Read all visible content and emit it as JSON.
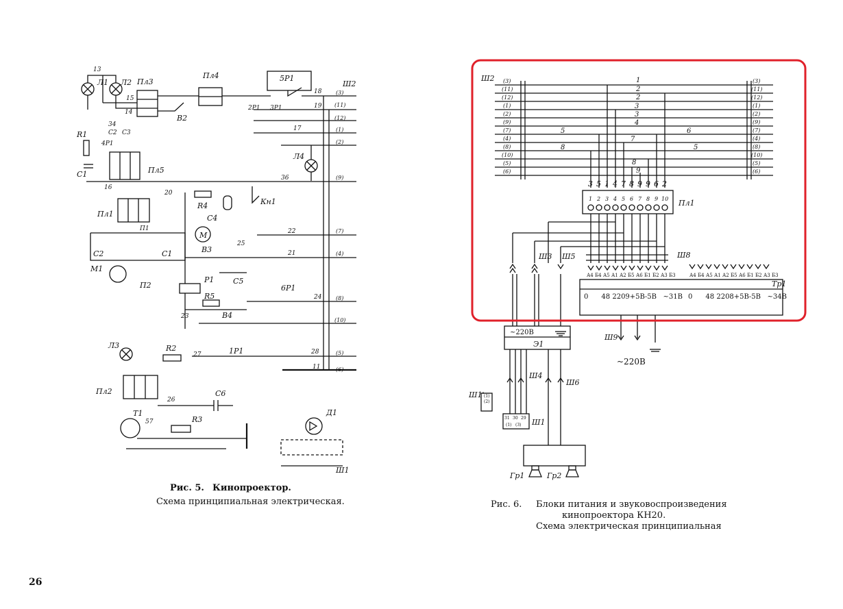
{
  "page_number": "26",
  "figure5": {
    "caption_prefix": "Рис. 5.",
    "caption_title": "Кинопроектор.",
    "caption_sub": "Схема принципиальная электрическая.",
    "labels": {
      "L1": "Л1",
      "L2": "Л2",
      "L3": "Л3",
      "L4": "Л4",
      "Pl3": "Пл3",
      "Pl4": "Пл4",
      "Pl5": "Пл5",
      "Pl1": "Пл1",
      "Pl2": "Пл2",
      "V2": "В2",
      "V3": "В3",
      "V4": "В4",
      "R1": "R1",
      "R2": "R2",
      "R3": "R3",
      "R4": "R4",
      "R5": "R5",
      "C1": "С1",
      "C2": "С2",
      "C3": "С3",
      "C4": "С4",
      "C5": "С5",
      "C6": "С6",
      "P1": "Р1",
      "P1r": "Р1",
      "P2r": "2Р1",
      "P3r": "3Р1",
      "P4r": "4Р1",
      "P5r": "5Р1",
      "P6r": "6Р1",
      "P1p": "1Р1",
      "M1": "М1",
      "M": "М",
      "Kn1": "Кн1",
      "T1": "Т1",
      "D1": "Д1",
      "Sh2": "Ш2",
      "Sh1": "Ш1",
      "C2w": "С2",
      "C1w": "С1",
      "P1w": "П1",
      "P2w": "П2"
    },
    "connector_sh2": [
      "(3)",
      "(11)",
      "(12)",
      "(1)",
      "(2)",
      "(9)",
      "(7)",
      "(4)",
      "(8)",
      "(10)",
      "(5)",
      "(6)"
    ],
    "wire_numbers": [
      "13",
      "14",
      "15",
      "18",
      "19",
      "17",
      "34",
      "36",
      "20",
      "22",
      "21",
      "25",
      "24",
      "23",
      "27",
      "28",
      "11",
      "26",
      "57",
      "16"
    ]
  },
  "figure6": {
    "caption_prefix": "Рис. 6.",
    "caption_line1": "Блоки питания и звуковоспроизведения",
    "caption_line2": "кинопроектора КН20.",
    "caption_line3": "Схема электрическая принципиальная",
    "labels": {
      "Sh2": "Ш2",
      "Pl1": "Пл1",
      "Sh8": "Ш8",
      "Sh3": "Ш3",
      "Sh5": "Ш5",
      "Tr1": "Тр1",
      "E1": "Э1",
      "Sh4": "Ш4",
      "Sh6": "Ш6",
      "Sh9": "Ш9",
      "Sh1p": "Ш1'",
      "Sh1": "Ш1",
      "Gr1": "Гр1",
      "Gr2": "Гр2",
      "v220": "~220В",
      "v220b": "~220В"
    },
    "connector_left": [
      "(3)",
      "(11)",
      "(12)",
      "(1)",
      "(2)",
      "(9)",
      "(7)",
      "(4)",
      "(8)",
      "(10)",
      "(5)",
      "(6)"
    ],
    "connector_right": [
      "(3)",
      "(11)",
      "(12)",
      "(1)",
      "(2)",
      "(9)",
      "(7)",
      "(4)",
      "(8)",
      "(10)",
      "(5)",
      "(6)"
    ],
    "bus_numbers": [
      "1",
      "2",
      "2",
      "3",
      "3",
      "4",
      "5",
      "6",
      "7",
      "8",
      "5",
      "8",
      "9"
    ],
    "pl1_top": [
      "3",
      "5",
      "1",
      "4",
      "7",
      "8",
      "9",
      "9",
      "6",
      "2"
    ],
    "pl1_pins": [
      "1",
      "2",
      "3",
      "4",
      "5",
      "6",
      "7",
      "8",
      "9",
      "10"
    ],
    "sh8_pins": [
      "А4",
      "Б4",
      "А5",
      "А1",
      "А2",
      "Б5",
      "А6",
      "Б1",
      "Б2",
      "А3",
      "Б3"
    ],
    "sh8_pins_b": [
      "А4",
      "Б4",
      "А5",
      "А1",
      "А2",
      "Б5",
      "А6",
      "Б1",
      "Б2",
      "А3",
      "Б3"
    ],
    "tr1_left": "0      48 2209+5В-5В   ~31В",
    "tr1_right": "0      48 2208+5В-5В   ~34В",
    "sh1_small": [
      "(1)",
      "(2)",
      "(1)",
      "(3)",
      "31",
      "30",
      "29"
    ]
  },
  "highlight": {
    "color": "#e0202a"
  }
}
